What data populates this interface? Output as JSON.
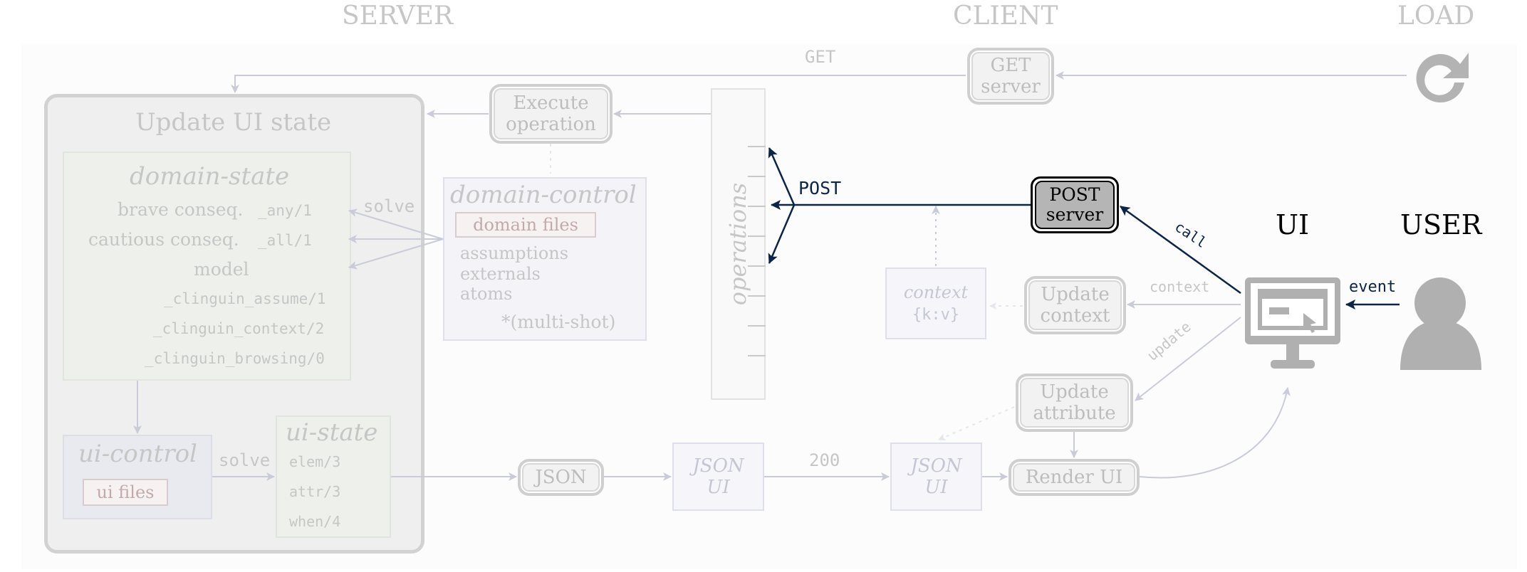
{
  "columns": {
    "server": "SERVER",
    "client": "CLIENT",
    "load": "LOAD"
  },
  "actors": {
    "ui": "UI",
    "user": "USER"
  },
  "update_ui_state": {
    "title": "Update UI state",
    "domain_state": {
      "title": "domain-state",
      "rows": [
        {
          "label": "brave conseq.",
          "pred": "_any/1"
        },
        {
          "label": "cautious conseq.",
          "pred": "_all/1"
        },
        {
          "label": "model",
          "pred": ""
        }
      ],
      "preds": [
        "_clinguin_assume/1",
        "_clinguin_context/2",
        "_clinguin_browsing/0"
      ]
    },
    "ui_control": {
      "title": "ui-control",
      "files": "ui files"
    },
    "ui_state": {
      "title": "ui-state",
      "preds": [
        "elem/3",
        "attr/3",
        "when/4"
      ]
    }
  },
  "domain_control": {
    "title": "domain-control",
    "files": "domain files",
    "items": [
      "assumptions",
      "externals",
      "atoms"
    ],
    "multishot": "*(multi-shot)"
  },
  "nodes": {
    "execute_operation": "Execute\noperation",
    "get_server": "GET\nserver",
    "post_server": "POST\nserver",
    "update_context": "Update\ncontext",
    "update_attribute": "Update\nattribute",
    "render_ui": "Render UI",
    "json": "JSON",
    "json_ui_1": "JSON\nUI",
    "json_ui_2": "JSON\nUI",
    "context_box": {
      "title": "context",
      "value": "{k:v}"
    },
    "operations": "operations"
  },
  "edges": {
    "get": "GET",
    "post": "POST",
    "solve_1": "solve",
    "solve_2": "solve",
    "call": "call",
    "context": "context",
    "update": "update",
    "event": "event",
    "code_200": "200"
  },
  "colors": {
    "accent": "#0b2447",
    "faint": "#c6c6c6",
    "pale_border": "#dde0ec"
  },
  "icons": {
    "load": "reload-icon",
    "ui": "monitor-icon",
    "user": "user-icon"
  }
}
